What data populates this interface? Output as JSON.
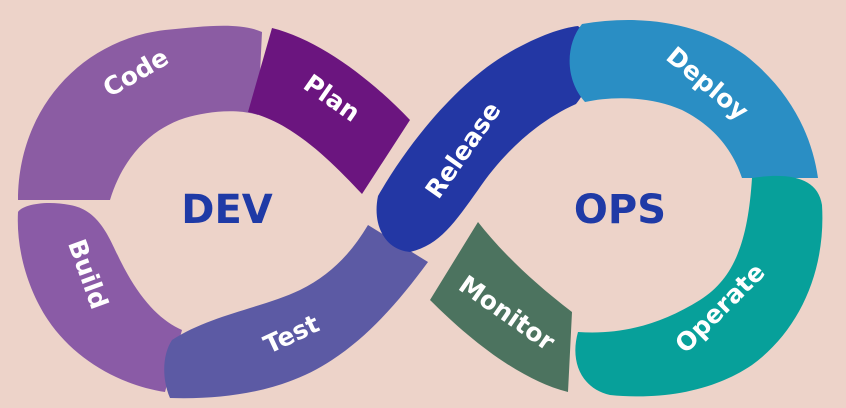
{
  "hubs": {
    "dev": "DEV",
    "ops": "OPS"
  },
  "stages": {
    "code": "Code",
    "plan": "Plan",
    "build": "Build",
    "test": "Test",
    "release": "Release",
    "deploy": "Deploy",
    "operate": "Operate",
    "monitor": "Monitor"
  },
  "colors": {
    "background": "#edd3c9",
    "code": "#8b5ca3",
    "plan": "#6b157f",
    "build": "#8a5ba6",
    "test": "#5c5aa4",
    "release": "#2337a4",
    "deploy": "#2a8ec4",
    "operate": "#07a09a",
    "monitor": "#4c735f",
    "hub_text": "#1f3aa6"
  }
}
